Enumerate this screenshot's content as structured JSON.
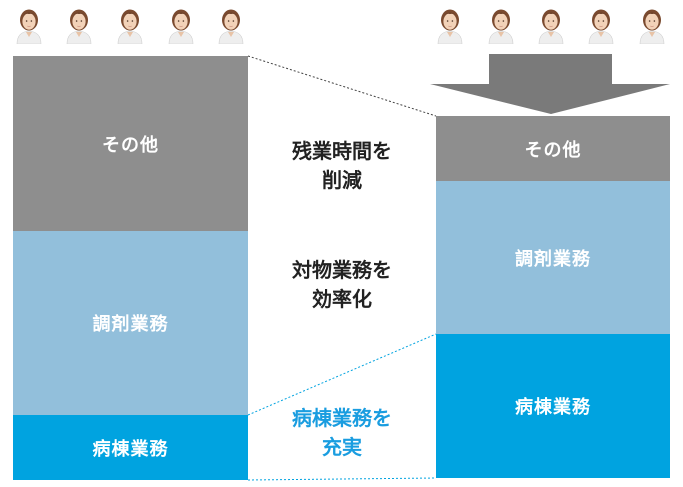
{
  "left_bar": {
    "other": "その他",
    "dispensing": "調剤業務",
    "ward": "病棟業務"
  },
  "right_bar": {
    "other": "その他",
    "dispensing": "調剤業務",
    "ward": "病棟業務"
  },
  "center": {
    "overtime_line1": "残業時間を",
    "overtime_line2": "削減",
    "objective_line1": "対物業務を",
    "objective_line2": "効率化",
    "ward_line1": "病棟業務を",
    "ward_line2": "充実"
  },
  "people": {
    "left_count": 5,
    "right_count": 5,
    "icon": "pharmacist-person-icon"
  },
  "colors": {
    "other": "#8e8e8e",
    "dispensing": "#92bfdb",
    "ward": "#00a3e0",
    "arrow": "#7a7a7a",
    "ward_text": "#1a9de0"
  }
}
